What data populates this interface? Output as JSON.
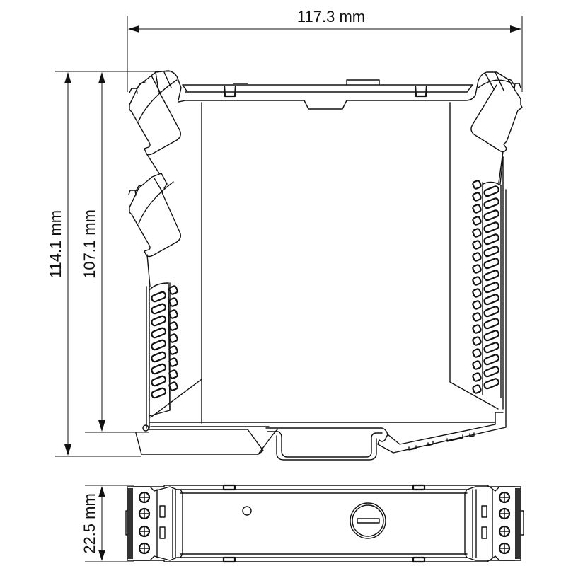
{
  "drawing": {
    "type": "dimensional-drawing",
    "subject": "DIN-rail mounted module (side view and top view)",
    "colors": {
      "line": "#111111",
      "background": "#ffffff"
    }
  },
  "dimensions": {
    "width": {
      "value": 117.3,
      "unit": "mm",
      "label": "117.3 mm"
    },
    "total_height": {
      "value": 114.1,
      "unit": "mm",
      "label": "114.1 mm"
    },
    "body_height": {
      "value": 107.1,
      "unit": "mm",
      "label": "107.1 mm"
    },
    "depth": {
      "value": 22.5,
      "unit": "mm",
      "label": "22.5 mm"
    }
  },
  "views": [
    {
      "name": "side-view",
      "features": [
        "left-upper-plug-terminal",
        "left-lower-plug-terminal",
        "right-plug-terminal",
        "left-vent-grille",
        "right-vent-grille",
        "din-rail-clip"
      ]
    },
    {
      "name": "top-view",
      "features": [
        "left-screw-terminals",
        "right-screw-terminals",
        "led-indicator",
        "rotary-switch"
      ]
    }
  ]
}
